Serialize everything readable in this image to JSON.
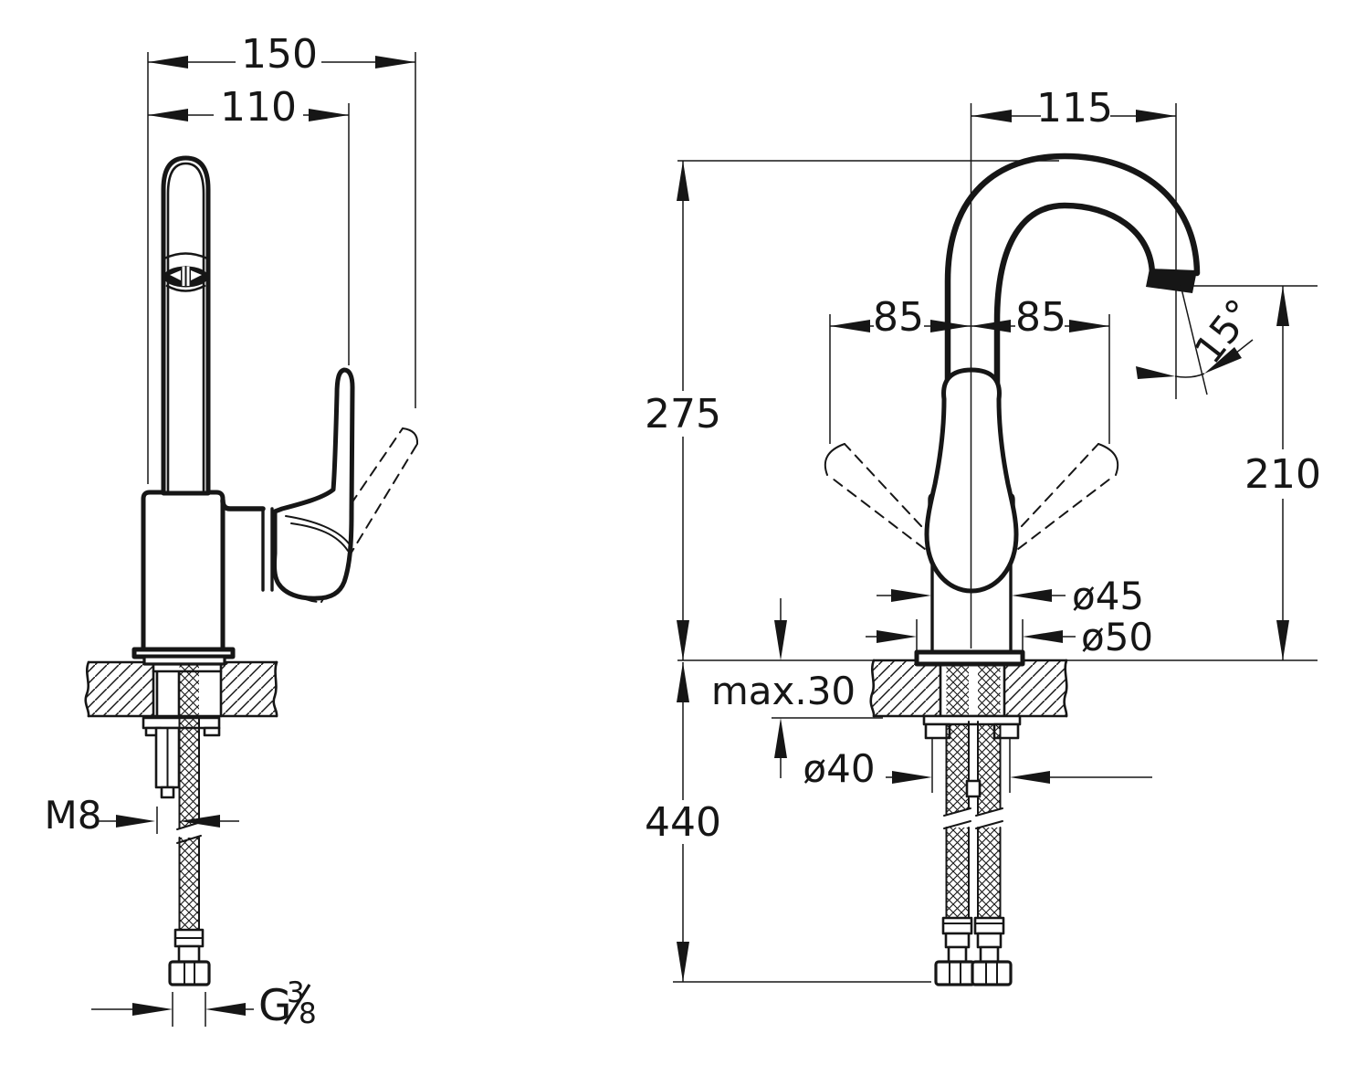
{
  "colors": {
    "ink": "#161616",
    "paper": "#ffffff"
  },
  "left_view": {
    "dim_overall_width": "150",
    "dim_spout_reach": "110",
    "dim_thread": "M8",
    "g_fraction_prefix": "G",
    "g_fraction_numerator": "3",
    "g_fraction_denominator": "8"
  },
  "right_view": {
    "dim_reach": "115",
    "dim_total_height": "275",
    "dim_handle_swing_left": "85",
    "dim_handle_swing_right": "85",
    "dim_outlet_angle": "15°",
    "dim_spout_height": "210",
    "dim_body_diameter": "ø45",
    "dim_base_diameter": "ø50",
    "dim_deck_thickness": "max.30",
    "dim_hole_diameter": "ø40",
    "dim_hose_length": "440"
  }
}
